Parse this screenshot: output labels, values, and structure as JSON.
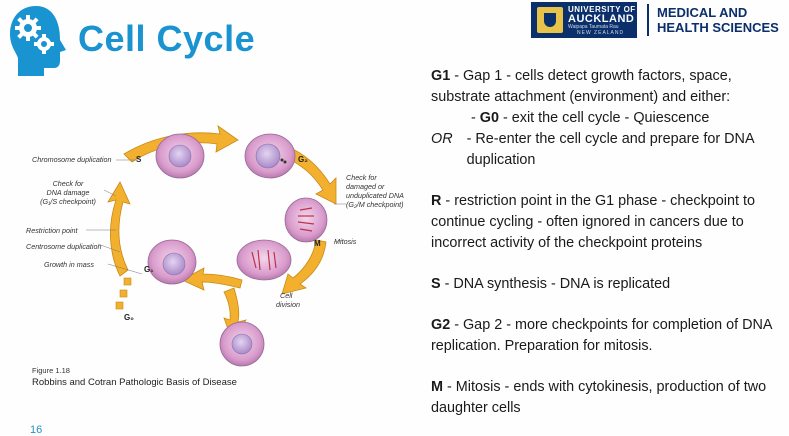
{
  "header": {
    "title": "Cell Cycle",
    "logo": {
      "line1": "UNIVERSITY OF",
      "line2": "AUCKLAND",
      "line3": "Waipapa Taumata Rau",
      "line4": "NEW ZEALAND"
    },
    "faculty_line1": "MEDICAL AND",
    "faculty_line2": "HEALTH SCIENCES",
    "brand_color": "#1a93d1",
    "navy_color": "#0a2f6b"
  },
  "diagram": {
    "labels": {
      "chromosome_duplication": "Chromosome duplication",
      "check_dna_1": "Check for",
      "check_dna_2": "DNA damage",
      "check_dna_3": "(G₁/S checkpoint)",
      "restriction_point": "Restriction point",
      "centrosome_duplication": "Centrosome duplication",
      "growth_in_mass": "Growth in mass",
      "check_g2_1": "Check for",
      "check_g2_2": "damaged or",
      "check_g2_3": "unduplicated DNA",
      "check_g2_4": "(G₂/M checkpoint)",
      "mitosis": "Mitosis",
      "cell_division_1": "Cell",
      "cell_division_2": "division"
    },
    "stages": {
      "s": "S",
      "g2": "G₂",
      "m": "M",
      "g1": "G₁",
      "g0": "G₀"
    },
    "figure_number": "Figure 1.18",
    "source": "Robbins and Cotran Pathologic Basis of Disease"
  },
  "notes": {
    "g1_term": "G1",
    "g1_text": " - Gap 1 - cells detect growth factors, space, substrate attachment (environment) and either:",
    "g0_term": "G0",
    "g0_prefix": "- ",
    "g0_text": " - exit the cell cycle - Quiescence",
    "or_label": "OR",
    "reenter_text": "- Re-enter the cell cycle and prepare for DNA duplication",
    "r_term": "R",
    "r_text": " - restriction point in the G1 phase - checkpoint to continue cycling - often ignored in cancers due to incorrect activity of the checkpoint proteins",
    "s_term": "S",
    "s_text": " - DNA synthesis - DNA is replicated",
    "g2_term": "G2",
    "g2_text": " - Gap 2 - more checkpoints for completion of DNA replication. Preparation for mitosis.",
    "m_term": "M",
    "m_text": " - Mitosis - ends with cytokinesis, production of two daughter cells"
  },
  "page_number": "16",
  "icons": [
    "head-gears-icon",
    "university-crest-icon"
  ]
}
